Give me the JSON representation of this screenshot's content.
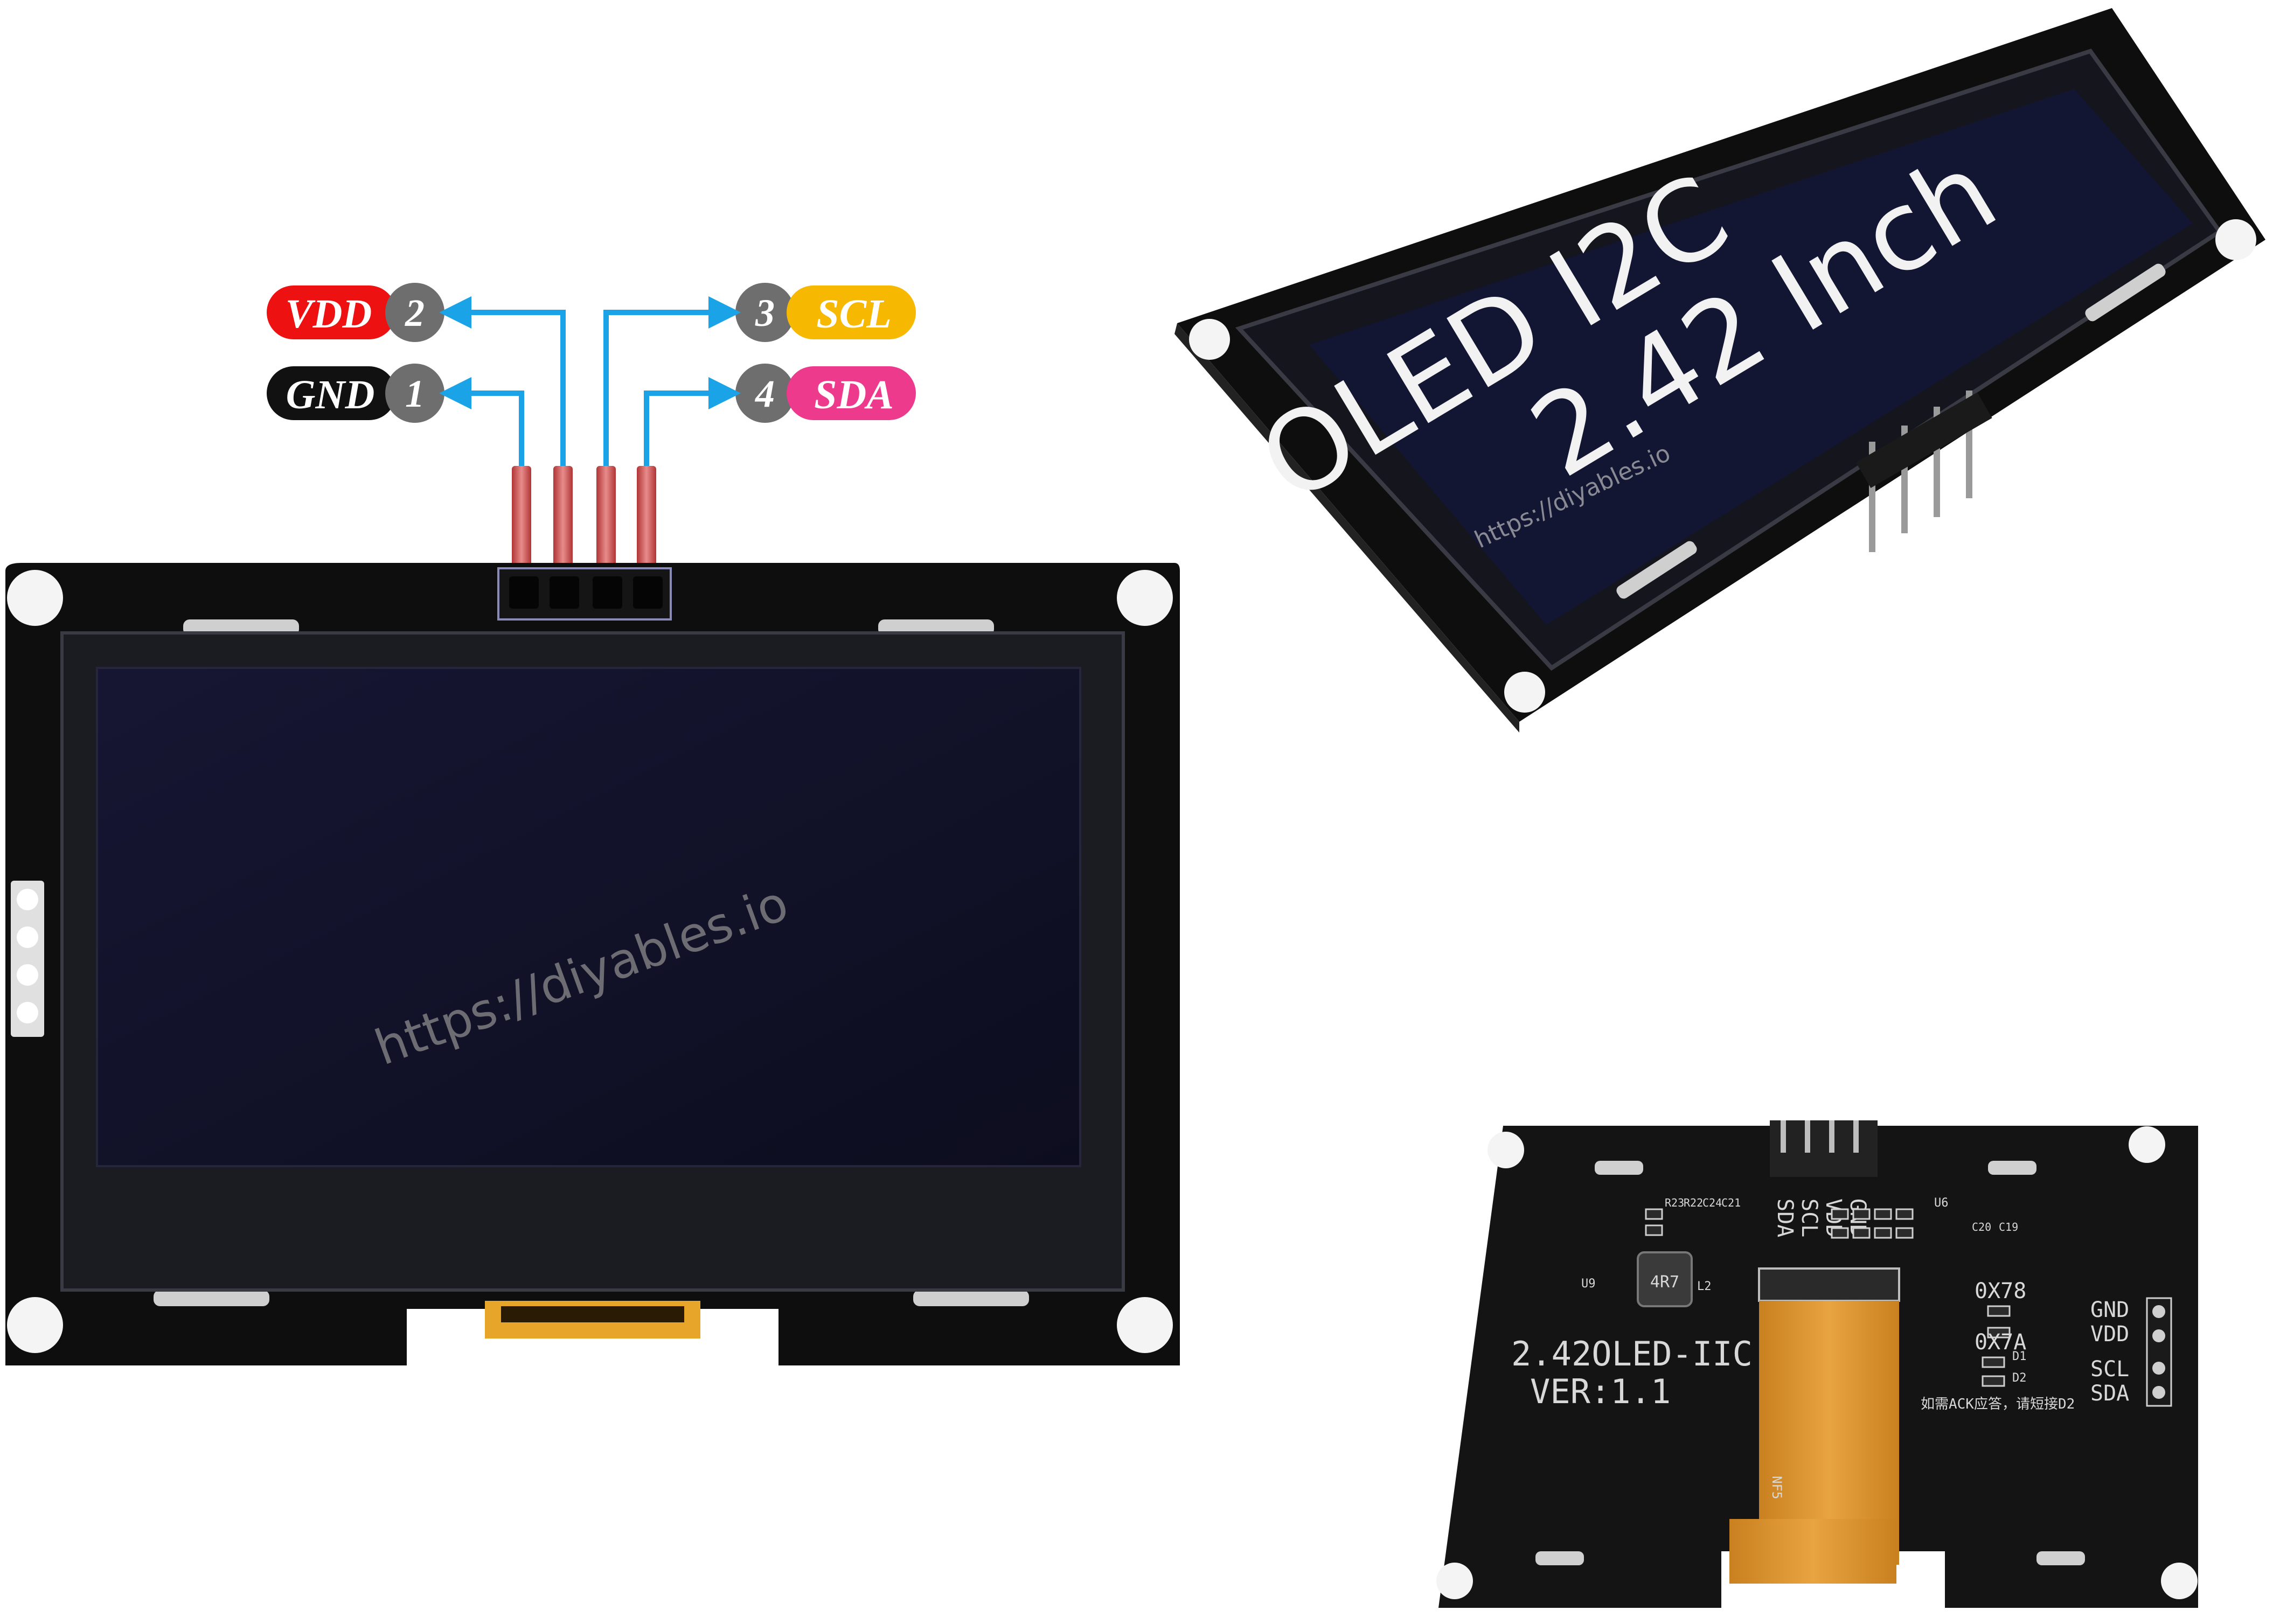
{
  "pinout": {
    "pins": [
      {
        "label": "VDD",
        "number": "2",
        "color": "#ee1111",
        "text_color": "#ffffff"
      },
      {
        "label": "GND",
        "number": "1",
        "color": "#111111",
        "text_color": "#ffffff"
      },
      {
        "label": "SCL",
        "number": "3",
        "color": "#f6b800",
        "text_color": "#ffffff"
      },
      {
        "label": "SDA",
        "number": "4",
        "color": "#ee3a8c",
        "text_color": "#ffffff"
      }
    ],
    "number_badge_color": "#6e6e6e",
    "arrow_color": "#1aa3e6",
    "pin_color": "#c84a4a"
  },
  "front_view": {
    "watermark": "https://diyables.io"
  },
  "angled_view": {
    "title_line1": "OLED I2C",
    "title_line2": "2.42 Inch",
    "watermark": "https://diyables.io"
  },
  "back_view": {
    "model_text": "2.42OLED-IIC",
    "version_text": "VER:1.1",
    "header_labels": [
      "SDA",
      "SCL",
      "VDD",
      "GND"
    ],
    "side_labels": [
      "GND",
      "VDD",
      "SCL",
      "SDA"
    ],
    "address_labels": [
      "0X78",
      "0X7A"
    ],
    "note_text": "如需ACK应答，请短接D2",
    "components": [
      "U9",
      "L2",
      "U6",
      "D1",
      "D2",
      "R23",
      "R22",
      "C24",
      "C21",
      "C19",
      "C20",
      "4R7"
    ],
    "fpc_text": "NF5"
  }
}
